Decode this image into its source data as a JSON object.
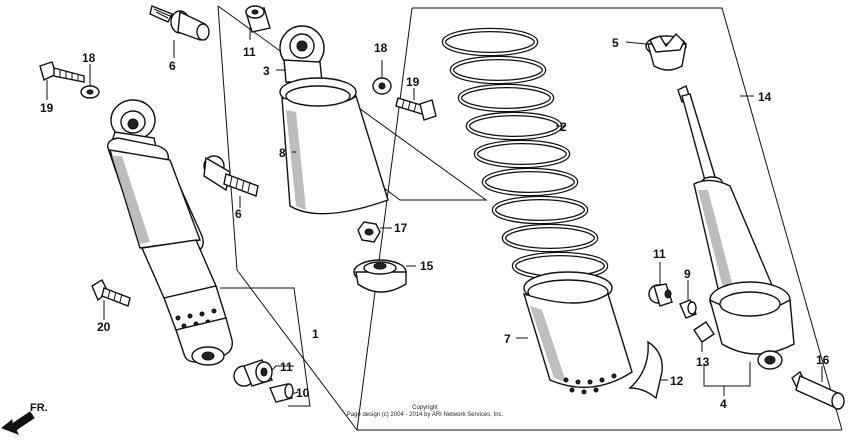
{
  "callouts": {
    "c1": "1",
    "c2": "2",
    "c3": "3",
    "c4": "4",
    "c5": "5",
    "c6a": "6",
    "c6b": "6",
    "c7": "7",
    "c8": "8",
    "c9": "9",
    "c10": "10",
    "c11a": "11",
    "c11b": "11",
    "c11c": "11",
    "c12": "12",
    "c13": "13",
    "c14": "14",
    "c15": "15",
    "c16": "16",
    "c17": "17",
    "c18a": "18",
    "c18b": "18",
    "c19a": "19",
    "c19b": "19",
    "c20": "20"
  },
  "direction_label": "FR.",
  "copyright": {
    "line1": "Copyright",
    "line2": "Page design (c) 2004 - 2014 by ARI Network Services, Inc."
  }
}
